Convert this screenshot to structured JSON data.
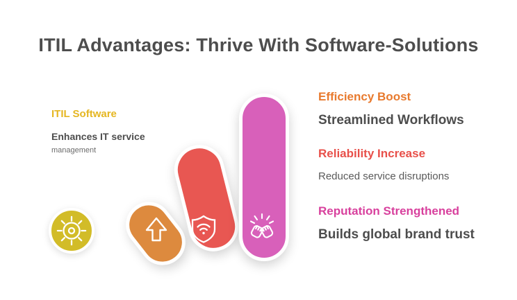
{
  "title": "ITIL Advantages: Thrive With Software-Solutions",
  "left_panel": {
    "heading": "ITIL Software",
    "line1": "Enhances IT service",
    "line2": "management"
  },
  "benefits": [
    {
      "heading": "Efficiency Boost",
      "description": "Streamlined Workflows",
      "color": "#e87a2e"
    },
    {
      "heading": "Reliability Increase",
      "description": "Reduced service disruptions",
      "color": "#e8504a"
    },
    {
      "heading": "Reputation Strengthened",
      "description": "Builds global brand trust",
      "color": "#d8409d"
    }
  ],
  "graphic": {
    "badge_icon": "gear-sun-icon",
    "badge_color": "#d2bc28",
    "bars": [
      {
        "icon": "arrow-up-icon",
        "color": "#dd8a3e",
        "size": "small"
      },
      {
        "icon": "shield-signal-icon",
        "color": "#e85752",
        "size": "medium"
      },
      {
        "icon": "fist-bump-icon",
        "color": "#d860ba",
        "size": "large"
      }
    ]
  },
  "text_color": "#4d4d4d"
}
